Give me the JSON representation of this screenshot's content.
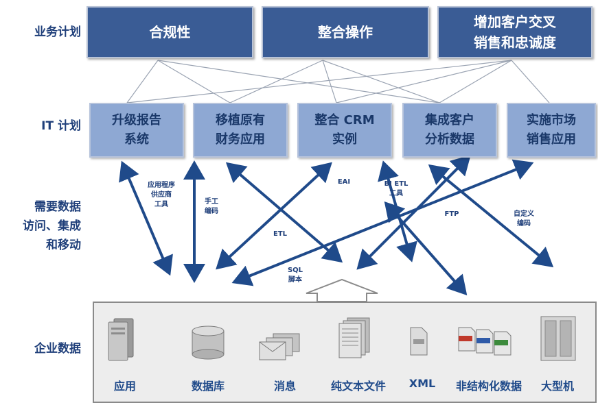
{
  "rows": {
    "business": "业务计划",
    "it": "IT 计划",
    "data_access": [
      "需要数据",
      "访问、集成",
      "和移动"
    ],
    "enterprise": "企业数据"
  },
  "business_plans": [
    {
      "lines": [
        "合规性"
      ]
    },
    {
      "lines": [
        "整合操作"
      ]
    },
    {
      "lines": [
        "增加客户交叉",
        "销售和忠诚度"
      ]
    }
  ],
  "it_plans": [
    {
      "lines": [
        "升级报告",
        "系统"
      ]
    },
    {
      "lines": [
        "移植原有",
        "财务应用"
      ]
    },
    {
      "lines": [
        "整合 CRM",
        "实例"
      ]
    },
    {
      "lines": [
        "集成客户",
        "分析数据"
      ]
    },
    {
      "lines": [
        "实施市场",
        "销售应用"
      ]
    }
  ],
  "methods": {
    "vendor_tools": [
      "应用程序",
      "供应商",
      "工具"
    ],
    "hand_code": [
      "手工",
      "编码"
    ],
    "eai": "EAI",
    "etl": "ETL",
    "bi_etl": [
      "BI ETL",
      "工具"
    ],
    "ftp": "FTP",
    "custom_code": [
      "自定义",
      "编码"
    ],
    "sql": [
      "SQL",
      "脚本"
    ]
  },
  "sources": [
    "应用",
    "数据库",
    "消息",
    "纯文本文件",
    "XML",
    "非结构化数据",
    "大型机"
  ],
  "colors": {
    "business_box": "#3a5c95",
    "it_box": "#8ea8d3",
    "arrow": "#1f4a8a",
    "label": "#1f3f7a"
  }
}
